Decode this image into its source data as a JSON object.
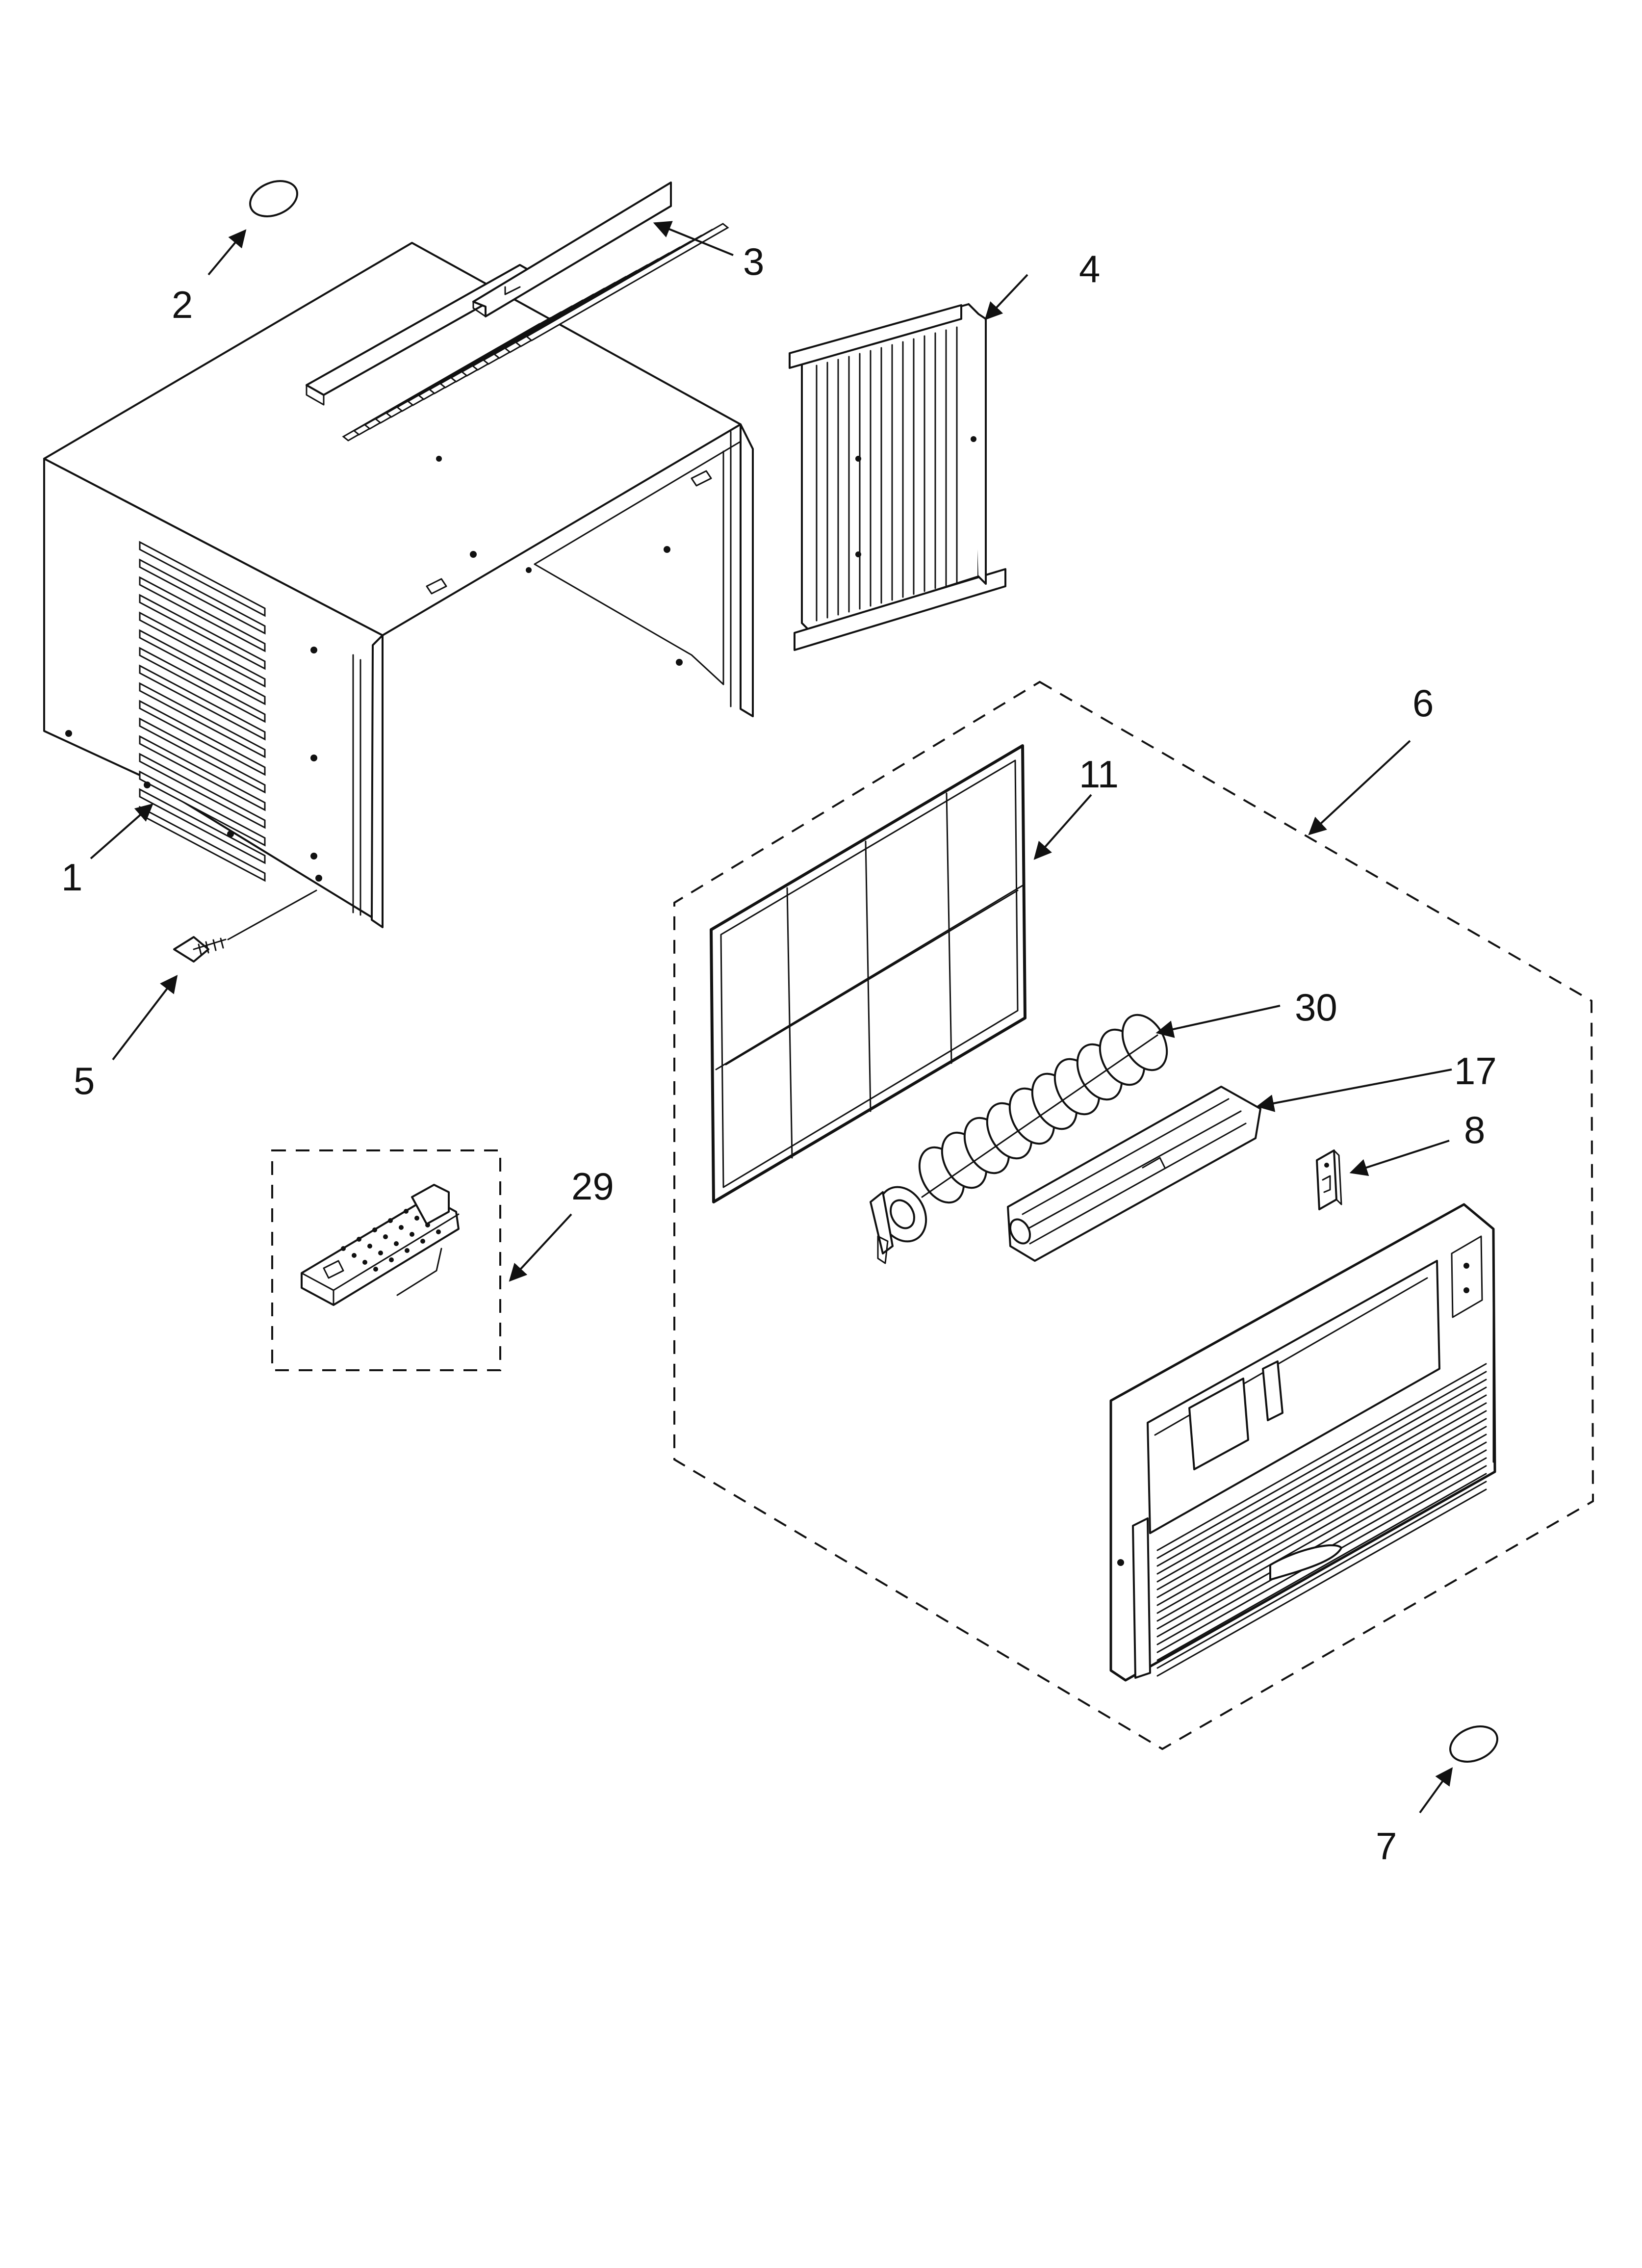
{
  "callouts": [
    {
      "id": "1",
      "label": "1"
    },
    {
      "id": "2",
      "label": "2"
    },
    {
      "id": "3",
      "label": "3"
    },
    {
      "id": "4",
      "label": "4"
    },
    {
      "id": "5",
      "label": "5"
    },
    {
      "id": "6",
      "label": "6"
    },
    {
      "id": "7",
      "label": "7"
    },
    {
      "id": "8",
      "label": "8"
    },
    {
      "id": "11",
      "label": "11"
    },
    {
      "id": "17",
      "label": "17"
    },
    {
      "id": "29",
      "label": "29"
    },
    {
      "id": "30",
      "label": "30"
    }
  ],
  "colors": {
    "line": "#111111",
    "background": "#ffffff"
  }
}
